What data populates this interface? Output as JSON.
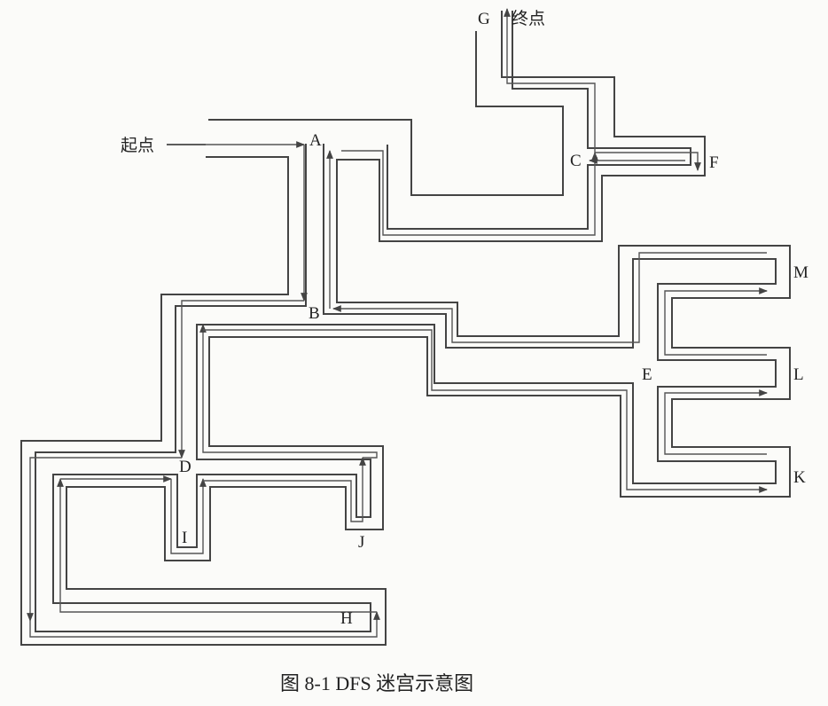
{
  "labels": {
    "start": "起点",
    "end": "终点",
    "A": "A",
    "B": "B",
    "C": "C",
    "D": "D",
    "E": "E",
    "F": "F",
    "G": "G",
    "H": "H",
    "I": "I",
    "J": "J",
    "K": "K",
    "L": "L",
    "M": "M"
  },
  "caption": "图 8-1 DFS 迷宫示意图",
  "colors": {
    "wall": "#444444",
    "track": "#555555",
    "background": "#fbfbf9"
  }
}
